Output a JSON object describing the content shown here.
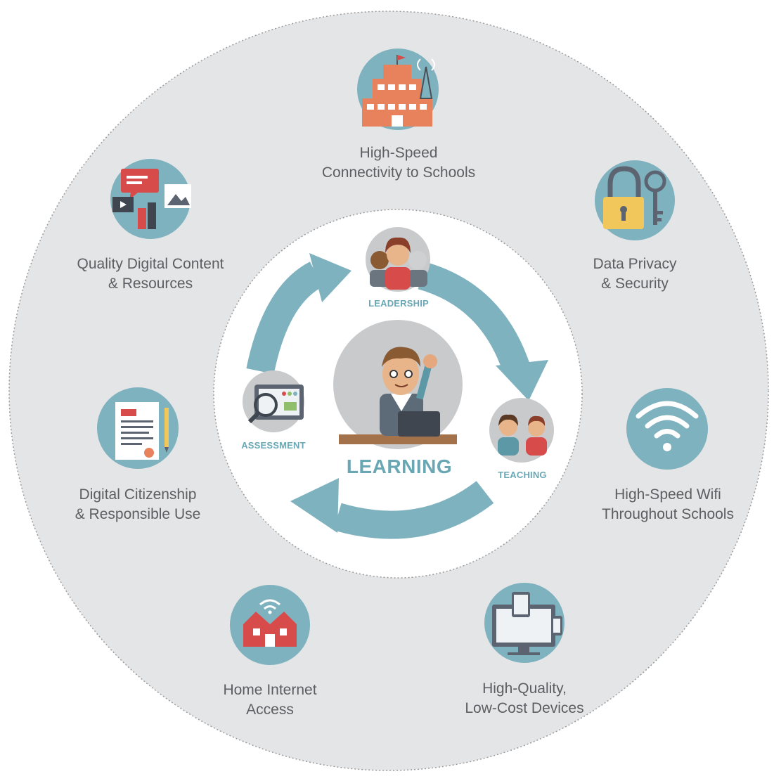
{
  "center": {
    "label": "LEARNING"
  },
  "cycle": {
    "leadership": "LEADERSHIP",
    "teaching": "TEACHING",
    "assessment": "ASSESSMENT"
  },
  "outer_items": [
    {
      "icon": "school-tower-icon",
      "line1": "High-Speed",
      "line2": "Connectivity to Schools"
    },
    {
      "icon": "lock-key-icon",
      "line1": "Data Privacy",
      "line2": "& Security"
    },
    {
      "icon": "wifi-icon",
      "line1": "High-Speed Wifi",
      "line2": "Throughout Schools"
    },
    {
      "icon": "devices-icon",
      "line1": "High-Quality,",
      "line2": "Low-Cost Devices"
    },
    {
      "icon": "home-wifi-icon",
      "line1": "Home Internet",
      "line2": "Access"
    },
    {
      "icon": "certificate-icon",
      "line1": "Digital Citizenship",
      "line2": "& Responsible Use"
    },
    {
      "icon": "media-content-icon",
      "line1": "Quality Digital Content",
      "line2": "& Resources"
    }
  ],
  "colors": {
    "outer_ring": "#e4e5e7",
    "teal": "#7fb2bf",
    "teal_dark": "#5d98a7",
    "accent_red": "#e05b5b",
    "accent_orange": "#e8825d",
    "text_gray": "#5b5e62",
    "label_blue": "#6aa7b5"
  }
}
